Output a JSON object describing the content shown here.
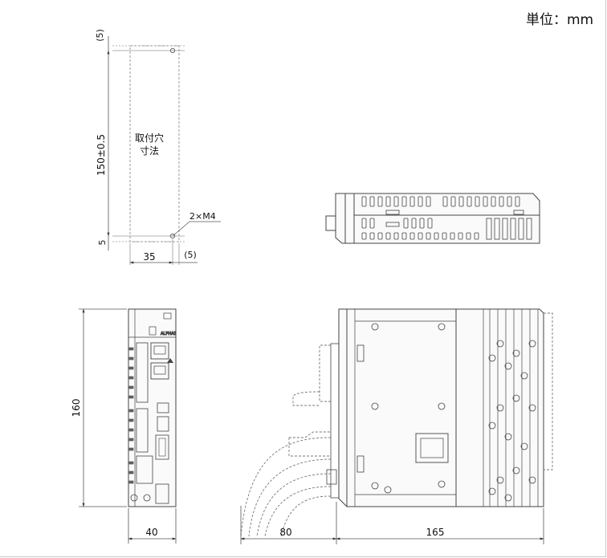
{
  "unit_label": "単位：mm",
  "mounting": {
    "top_offset": "(5)",
    "height_dim": "150±0.5",
    "bottom_offset": "5",
    "width_dim": "35",
    "right_offset": "(5)",
    "hole_label_line1": "取付穴",
    "hole_label_line2": "寸法",
    "screw_label": "2×M4"
  },
  "front_view": {
    "height_dim": "160",
    "width_dim": "40",
    "brand": "ALPHA5"
  },
  "side_view": {
    "cable_dim": "80",
    "depth_dim": "165"
  }
}
